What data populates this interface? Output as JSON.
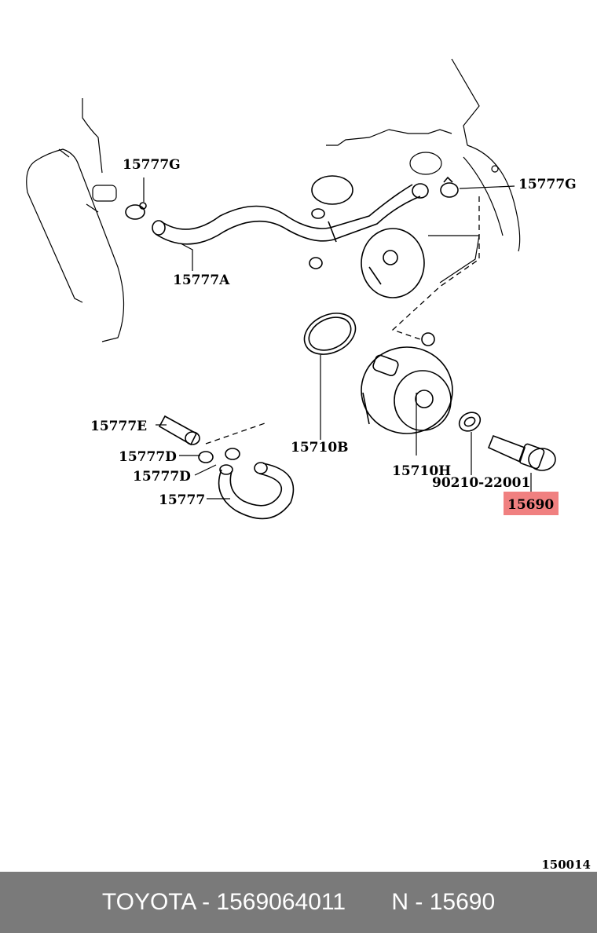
{
  "diagram": {
    "labels": {
      "g_left": "15777G",
      "g_right": "15777G",
      "a": "15777A",
      "e": "15777E",
      "d1": "15777D",
      "d2": "15777D",
      "hose": "15777",
      "b": "15710B",
      "h": "15710H",
      "washer": "90210-22001",
      "target": "15690"
    },
    "highlight_color": "#f08080",
    "illustration_code": "150014"
  },
  "footer": {
    "text": "TOYOTA - 1569064011       N - 15690"
  }
}
